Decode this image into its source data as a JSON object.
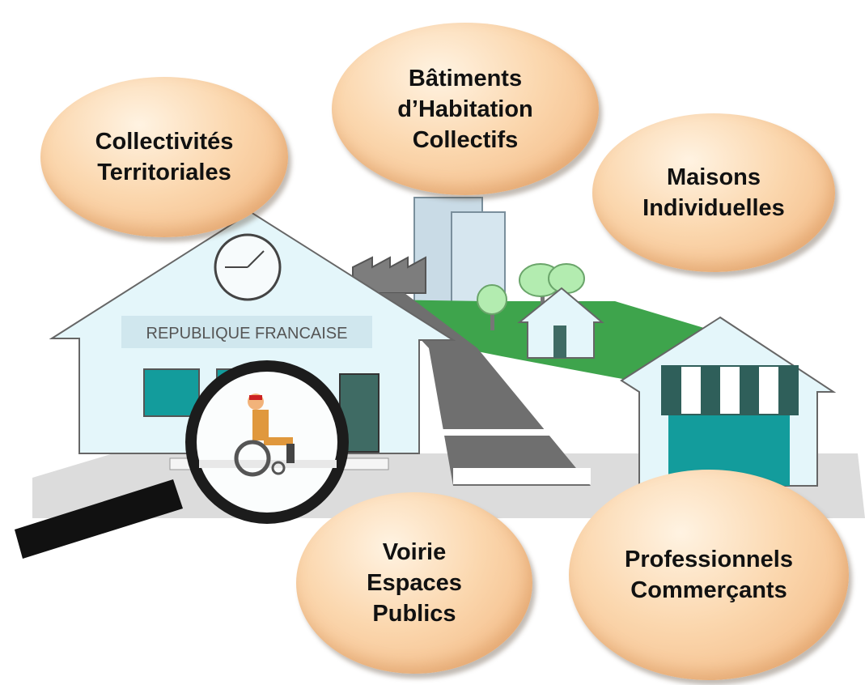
{
  "categories": [
    {
      "id": "collectivites",
      "label": "Collectivités\nTerritoriales"
    },
    {
      "id": "batiments",
      "label": "Bâtiments\nd’Habitation\nCollectifs"
    },
    {
      "id": "maisons",
      "label": "Maisons\nIndividuelles"
    },
    {
      "id": "voirie",
      "label": "Voirie\nEspaces\nPublics"
    },
    {
      "id": "professionnels",
      "label": "Professionnels\nCommerçants"
    }
  ],
  "town_hall": {
    "sign": "REPUBLIQUE  FRANCAISE"
  },
  "colors": {
    "building": "#e4f6fa",
    "window": "#139c9c",
    "door": "#3f6b64",
    "grass": "#3ea44c",
    "road": "#6f6f6f",
    "bubble": "#f6c594"
  }
}
